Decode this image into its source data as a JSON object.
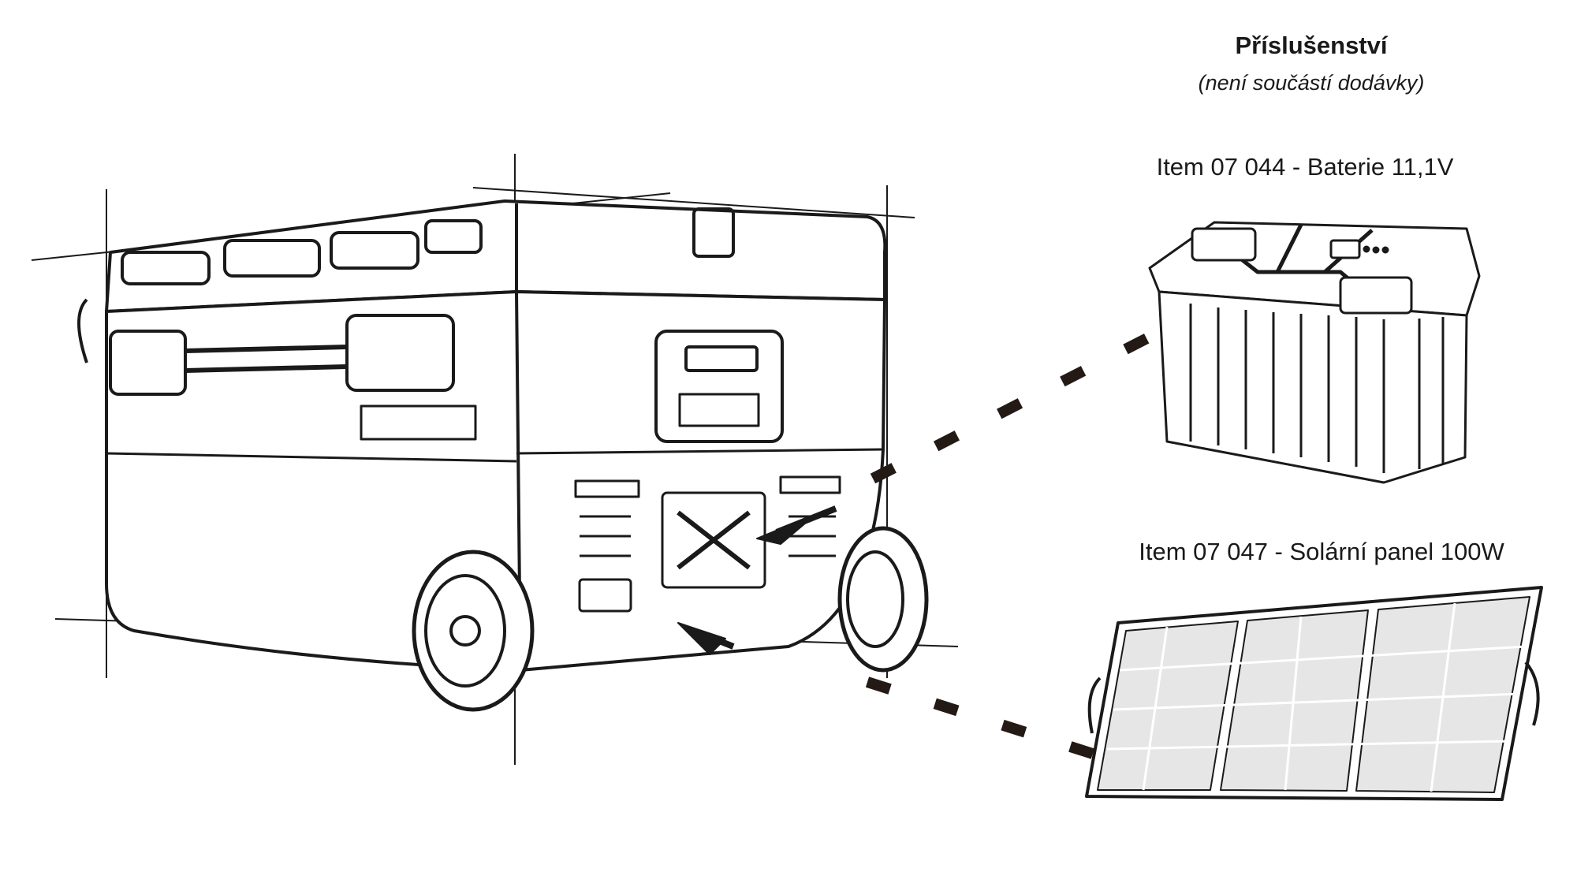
{
  "accessories": {
    "title": "Příslušenství",
    "subtitle": "(není součástí dodávky)",
    "items": [
      {
        "label": "Item 07 044 - Baterie 11,1V",
        "icon": "battery-drawing"
      },
      {
        "label": "Item 07 047 - Solární panel 100W",
        "icon": "solar-panel-drawing"
      }
    ]
  },
  "colors": {
    "ink": "#1a1a1a",
    "cell": "#e6e6e6",
    "background": "#ffffff"
  }
}
